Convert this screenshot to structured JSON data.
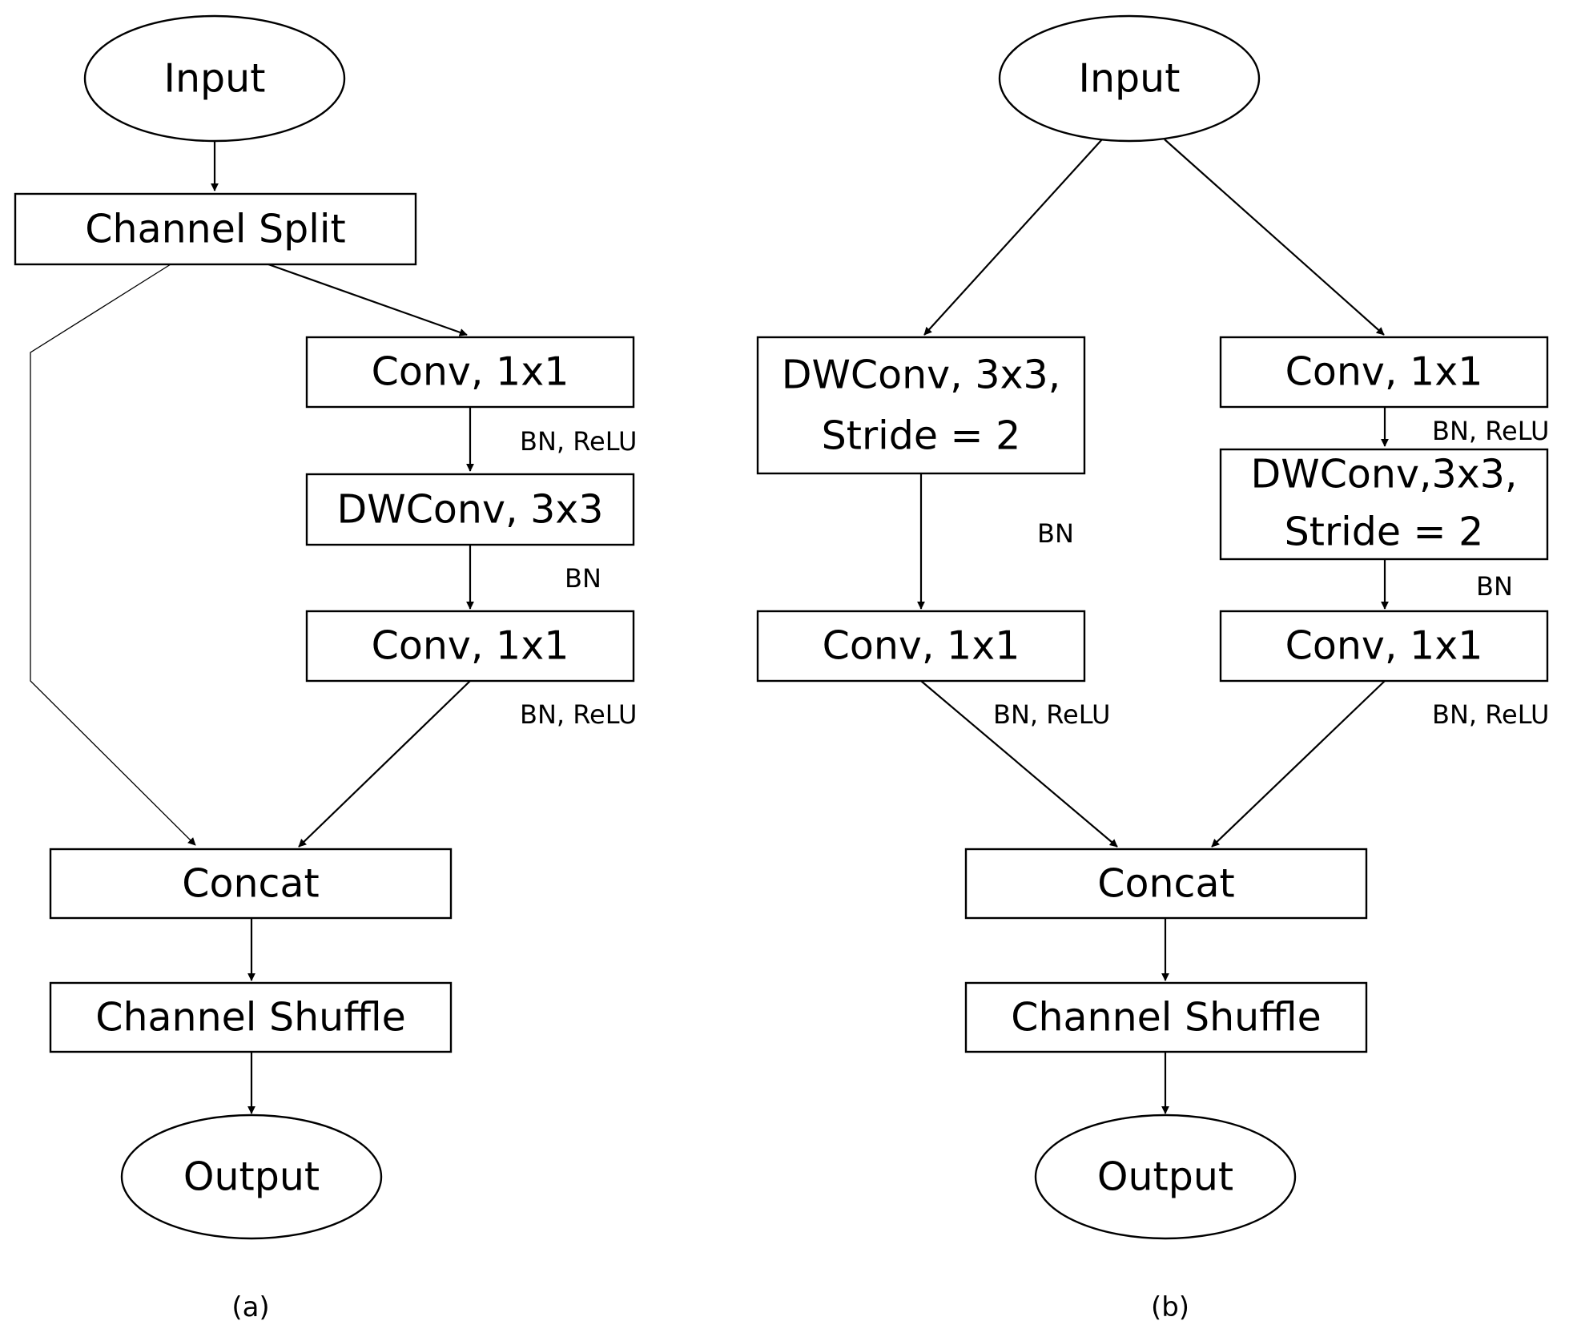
{
  "diagram": {
    "a": {
      "input": "Input",
      "channel_split": "Channel Split",
      "conv1": "Conv, 1x1",
      "dwconv": "DWConv, 3x3",
      "conv2": "Conv, 1x1",
      "concat": "Concat",
      "shuffle": "Channel Shuffle",
      "output": "Output",
      "edge_bn_relu_1": "BN, ReLU",
      "edge_bn": "BN",
      "edge_bn_relu_2": "BN, ReLU",
      "caption": "(a)"
    },
    "b": {
      "input": "Input",
      "left_dwconv_line1": "DWConv, 3x3,",
      "left_dwconv_line2": "Stride  = 2",
      "left_conv": "Conv, 1x1",
      "right_conv1": "Conv, 1x1",
      "right_dwconv_line1": "DWConv,3x3,",
      "right_dwconv_line2": "Stride = 2",
      "right_conv2": "Conv, 1x1",
      "concat": "Concat",
      "shuffle": "Channel Shuffle",
      "output": "Output",
      "edge_left_bn": "BN",
      "edge_left_bn_relu": "BN, ReLU",
      "edge_right_bn_relu_1": "BN, ReLU",
      "edge_right_bn": "BN",
      "edge_right_bn_relu_2": "BN, ReLU",
      "caption": "(b)"
    }
  }
}
